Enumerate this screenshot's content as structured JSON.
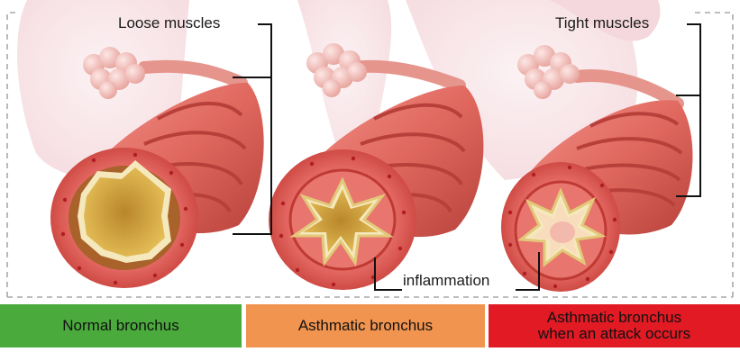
{
  "labels": {
    "loose_muscles": "Loose muscles",
    "tight_muscles": "Tight muscles",
    "inflammation": "inflammation"
  },
  "panels": [
    {
      "label": "Normal bronchus",
      "color": "#4aaa3c"
    },
    {
      "label": "Asthmatic bronchus",
      "color": "#f0944f"
    },
    {
      "label_line1": "Asthmatic bronchus",
      "label_line2": "when an attack occurs",
      "color": "#e11a24"
    }
  ],
  "colors": {
    "tissue": "#e0685e",
    "muscle_ring": "#c9403a",
    "lumen_normal": "#e4b84a",
    "mucus": "#f4e6b8",
    "lung_background": "#f6dde0",
    "frame_dashes": "#a8a8a8"
  }
}
